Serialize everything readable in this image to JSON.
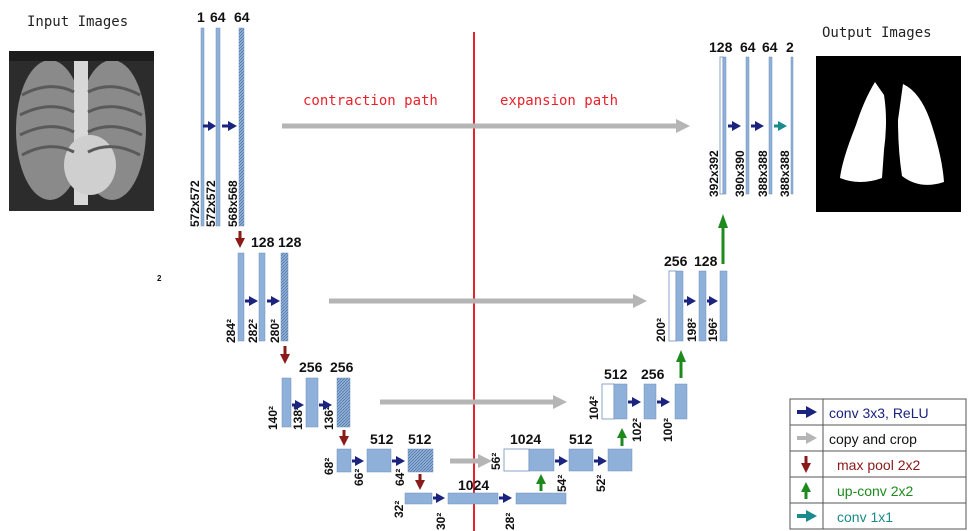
{
  "captions": {
    "input": "Input Images",
    "output": "Output Images"
  },
  "paths": {
    "contraction": "contraction path",
    "expansion": "expansion path"
  },
  "stray_mark": "2",
  "level1": {
    "channels": [
      "1",
      "64",
      "64"
    ],
    "dims": [
      "572x572",
      "572x572",
      "568x568"
    ]
  },
  "level2": {
    "channels": [
      "128",
      "128"
    ],
    "dims": [
      "284²",
      "282²",
      "280²"
    ]
  },
  "level3": {
    "channels": [
      "256",
      "256"
    ],
    "dims": [
      "140²",
      "138²",
      "136²"
    ]
  },
  "level4": {
    "channels": [
      "512",
      "512"
    ],
    "dims": [
      "68²",
      "66²",
      "64²"
    ]
  },
  "bottom": {
    "channels": [
      "1024"
    ],
    "dims": [
      "32²",
      "30²",
      "28²"
    ]
  },
  "up4": {
    "channels": [
      "1024",
      "512"
    ],
    "dims": [
      "56²",
      "54²",
      "52²"
    ]
  },
  "up3": {
    "channels": [
      "512",
      "256"
    ],
    "dims": [
      "104²",
      "102²",
      "100²"
    ]
  },
  "up2": {
    "channels": [
      "256",
      "128"
    ],
    "dims": [
      "200²",
      "198²",
      "196²"
    ]
  },
  "up1": {
    "channels": [
      "128",
      "64",
      "64",
      "2"
    ],
    "dims": [
      "392x392",
      "390x390",
      "388x388",
      "388x388"
    ]
  },
  "legend": [
    {
      "label": "conv 3x3, ReLU",
      "icon": "arrow-right-icon",
      "color": "#1a237e"
    },
    {
      "label": "copy and crop",
      "icon": "arrow-right-icon",
      "color": "#b0b0b0"
    },
    {
      "label": "max pool 2x2",
      "icon": "arrow-down-icon",
      "color": "#8b1a1a"
    },
    {
      "label": "up-conv 2x2",
      "icon": "arrow-up-icon",
      "color": "#1e8a1e"
    },
    {
      "label": "conv 1x1",
      "icon": "arrow-right-icon",
      "color": "#1a8a8a"
    }
  ],
  "colors": {
    "block": "#8fb0d8",
    "block_edge": "#6e8fbb",
    "conv": "#1a237e",
    "copy": "#b5b5b5",
    "pool": "#8b1a1a",
    "upconv": "#1e8a1e",
    "conv1x1": "#1a8a8a",
    "divider": "#e8222c"
  }
}
